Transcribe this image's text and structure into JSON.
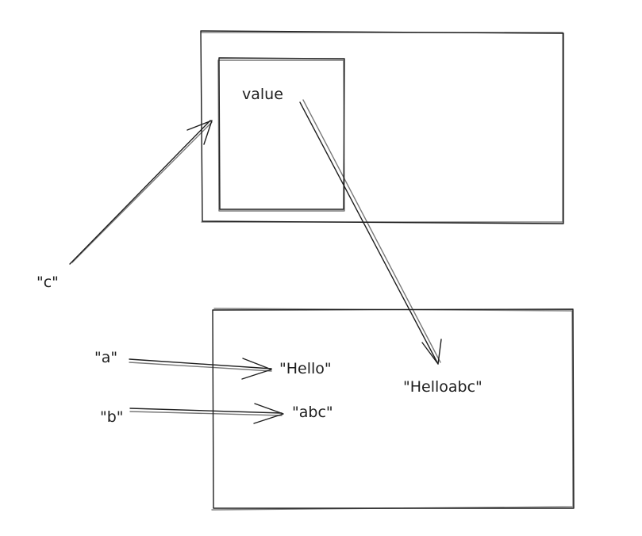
{
  "diagram": {
    "labels": {
      "value_field": "value",
      "var_c": "\"c\"",
      "var_a": "\"a\"",
      "var_b": "\"b\"",
      "string_hello": "\"Hello\"",
      "string_abc": "\"abc\"",
      "string_helloabc": "\"Helloabc\""
    }
  }
}
